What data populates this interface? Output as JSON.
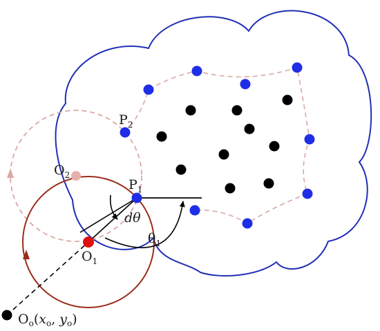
{
  "labels": {
    "p2": "P",
    "p2_sub": "2",
    "o2": "O",
    "o2_sub": "2",
    "p1": "P",
    "p1_sub": "1",
    "o1": "O",
    "o1_sub": "1",
    "dtheta": "dθ",
    "theta1": "θ",
    "theta1_sub": "1",
    "o0": "O",
    "o0_sub": "o",
    "o0_coords_open": "(",
    "o0_x": "x",
    "o0_x_sub": "o",
    "o0_sep": ", ",
    "o0_y": "y",
    "o0_y_sub": "o",
    "o0_coords_close": ")"
  },
  "colors": {
    "boundary": "#1f2fb5",
    "circle_current": "#9b2b1a",
    "circle_previous": "#d9a9a3",
    "dashed_path": "#d9a9a3",
    "boundary_point": "#1f2ee6",
    "interior_point": "#000000",
    "o1_point": "#e01010",
    "o2_point": "#e8b0aa"
  }
}
